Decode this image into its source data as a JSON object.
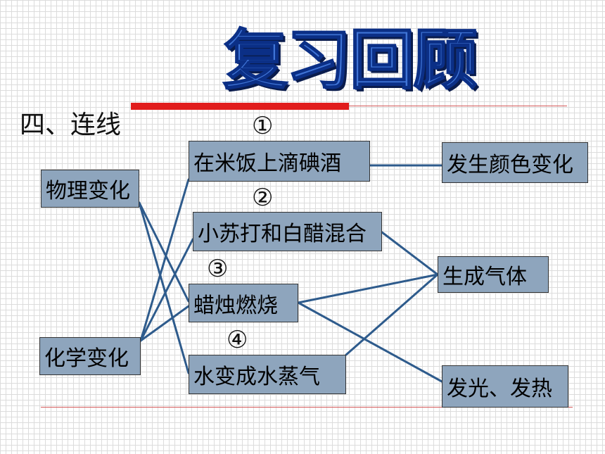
{
  "title": "复习回顾",
  "heading": "四、连线",
  "markers": [
    "①",
    "②",
    "③",
    "④"
  ],
  "left_items": [
    "物理变化",
    "化学变化"
  ],
  "middle_items": [
    "在米饭上滴碘酒",
    "小苏打和白醋混合",
    "蜡烛燃烧",
    "水变成水蒸气"
  ],
  "right_items": [
    "发生颜色变化",
    "生成气体",
    "发光、发热"
  ],
  "connections": [
    {
      "from": "物理变化",
      "to": "蜡烛燃烧"
    },
    {
      "from": "物理变化",
      "to": "水变成水蒸气"
    },
    {
      "from": "化学变化",
      "to": "在米饭上滴碘酒"
    },
    {
      "from": "化学变化",
      "to": "小苏打和白醋混合"
    },
    {
      "from": "化学变化",
      "to": "蜡烛燃烧"
    },
    {
      "from": "在米饭上滴碘酒",
      "to": "发生颜色变化"
    },
    {
      "from": "小苏打和白醋混合",
      "to": "生成气体"
    },
    {
      "from": "蜡烛燃烧",
      "to": "生成气体"
    },
    {
      "from": "蜡烛燃烧",
      "to": "发光、发热"
    },
    {
      "from": "水变成水蒸气",
      "to": "生成气体"
    }
  ],
  "colors": {
    "box_fill": "#8ea5bd",
    "line": "#2e5b8c",
    "accent_red": "#e11d1d",
    "title_blue": "#3f74d6"
  }
}
